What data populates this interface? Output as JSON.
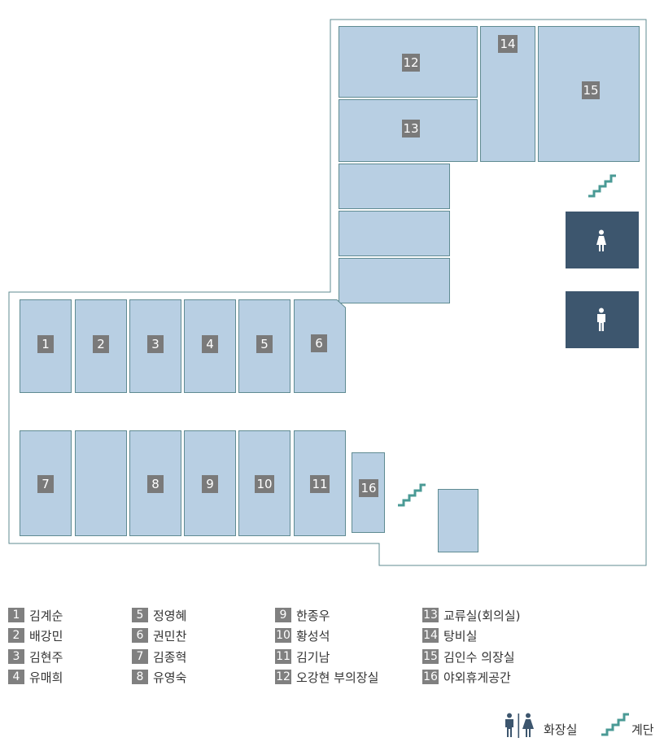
{
  "rooms": {
    "r1": "1",
    "r2": "2",
    "r3": "3",
    "r4": "4",
    "r5": "5",
    "r6": "6",
    "r7": "7",
    "r8": "8",
    "r9": "9",
    "r10": "10",
    "r11": "11",
    "r12": "12",
    "r13": "13",
    "r14": "14",
    "r15": "15",
    "r16": "16"
  },
  "legend": [
    {
      "num": "1",
      "name": "김계순"
    },
    {
      "num": "2",
      "name": "배강민"
    },
    {
      "num": "3",
      "name": "김현주"
    },
    {
      "num": "4",
      "name": "유매희"
    },
    {
      "num": "5",
      "name": "정영혜"
    },
    {
      "num": "6",
      "name": "권민찬"
    },
    {
      "num": "7",
      "name": "김종혁"
    },
    {
      "num": "8",
      "name": "유영숙"
    },
    {
      "num": "9",
      "name": "한종우"
    },
    {
      "num": "10",
      "name": "황성석"
    },
    {
      "num": "11",
      "name": "김기남"
    },
    {
      "num": "12",
      "name": "오강현 부의장실"
    },
    {
      "num": "13",
      "name": "교류실(회의실)"
    },
    {
      "num": "14",
      "name": "탕비실"
    },
    {
      "num": "15",
      "name": "김인수 의장실"
    },
    {
      "num": "16",
      "name": "야외휴게공간"
    }
  ],
  "key": {
    "restroom": "화장실",
    "stairs": "계단"
  },
  "colors": {
    "room_fill": "#b8cfe3",
    "room_border": "#5f8b92",
    "restroom": "#3d566e",
    "stairs": "#4a9a95",
    "tag": "#7a7a7a"
  },
  "icons": [
    "restroom-female-icon",
    "restroom-male-icon",
    "stairs-icon"
  ]
}
